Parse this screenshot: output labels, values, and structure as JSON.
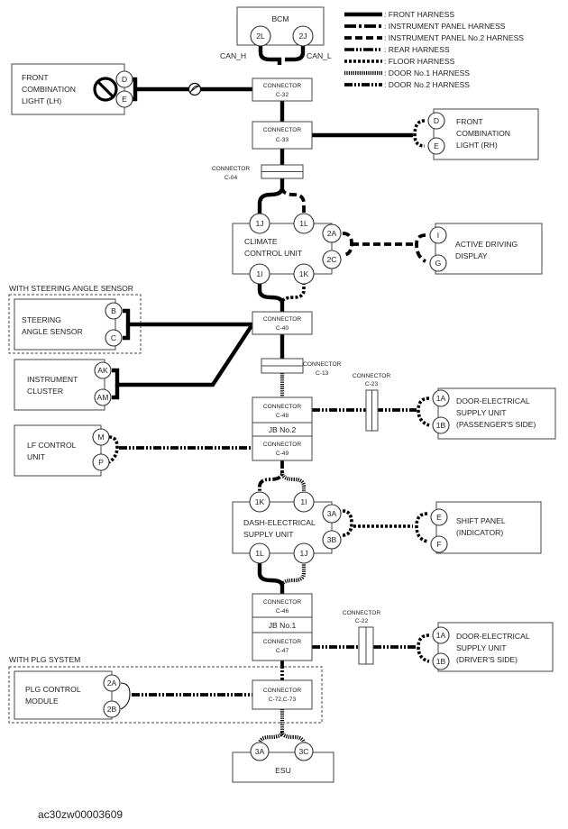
{
  "legend": [
    {
      "style": "front",
      "label": ": FRONT HARNESS"
    },
    {
      "style": "ip",
      "label": ": INSTRUMENT PANEL HARNESS"
    },
    {
      "style": "ip2",
      "label": ": INSTRUMENT PANEL No.2 HARNESS"
    },
    {
      "style": "rear",
      "label": ": REAR HARNESS"
    },
    {
      "style": "floor",
      "label": ": FLOOR HARNESS"
    },
    {
      "style": "door1",
      "label": ": DOOR No.1 HARNESS"
    },
    {
      "style": "door2",
      "label": ": DOOR No.2 HARNESS"
    }
  ],
  "bcm": {
    "label": "BCM",
    "pins": [
      "2L",
      "2J"
    ],
    "can_h": "CAN_H",
    "can_l": "CAN_L"
  },
  "flc_lh": {
    "lines": [
      "FRONT",
      "COMBINATION",
      "LIGHT (LH)"
    ],
    "pins": [
      "D",
      "E"
    ]
  },
  "flc_rh": {
    "lines": [
      "FRONT",
      "COMBINATION",
      "LIGHT (RH)"
    ],
    "pins": [
      "D",
      "E"
    ]
  },
  "c32": {
    "top": "CONNECTOR",
    "bottom": "C-32"
  },
  "c33": {
    "top": "CONNECTOR",
    "bottom": "C-33"
  },
  "c04": {
    "top": "CONNECTOR",
    "bottom": "C-04"
  },
  "ccu": {
    "lines": [
      "CLIMATE",
      "CONTROL UNIT"
    ],
    "pins_top": [
      "1J",
      "1L"
    ],
    "pins_bottom": [
      "1I",
      "1K"
    ],
    "pins_right": [
      "2A",
      "2C"
    ]
  },
  "add": {
    "lines": [
      "ACTIVE DRIVING",
      "DISPLAY"
    ],
    "pins": [
      "I",
      "G"
    ]
  },
  "steering_group": {
    "label": "WITH STEERING ANGLE SENSOR"
  },
  "sas": {
    "lines": [
      "STEERING",
      "ANGLE SENSOR"
    ],
    "pins": [
      "B",
      "C"
    ]
  },
  "cluster": {
    "lines": [
      "INSTRUMENT",
      "CLUSTER"
    ],
    "pins": [
      "AK",
      "AM"
    ]
  },
  "c40": {
    "top": "CONNECTOR",
    "bottom": "C-40"
  },
  "c13": {
    "top": "CONNECTOR",
    "bottom": "C-13"
  },
  "c23": {
    "top": "CONNECTOR",
    "bottom": "C-23"
  },
  "c48": {
    "top": "CONNECTOR",
    "bottom": "C-48"
  },
  "jb2": {
    "label": "JB No.2"
  },
  "c49": {
    "top": "CONNECTOR",
    "bottom": "C-49"
  },
  "desu_pass": {
    "lines": [
      "DOOR-ELECTRICAL",
      "SUPPLY UNIT",
      "(PASSENGER'S SIDE)"
    ],
    "pins": [
      "1A",
      "1B"
    ]
  },
  "lf": {
    "lines": [
      "LF CONTROL",
      "UNIT"
    ],
    "pins": [
      "M",
      "P"
    ]
  },
  "dash": {
    "lines": [
      "DASH-ELECTRICAL",
      "SUPPLY UNIT"
    ],
    "pins_top": [
      "1K",
      "1I"
    ],
    "pins_bottom": [
      "1L",
      "1J"
    ],
    "pins_right": [
      "3A",
      "3B"
    ]
  },
  "shift": {
    "lines": [
      "SHIFT PANEL",
      "(INDICATOR)"
    ],
    "pins": [
      "E",
      "F"
    ]
  },
  "c46": {
    "top": "CONNECTOR",
    "bottom": "C-46"
  },
  "jb1": {
    "label": "JB No.1"
  },
  "c47": {
    "top": "CONNECTOR",
    "bottom": "C-47"
  },
  "c22": {
    "top": "CONNECTOR",
    "bottom": "C-22"
  },
  "desu_drv": {
    "lines": [
      "DOOR-ELECTRICAL",
      "SUPPLY UNIT",
      "(DRIVER'S SIDE)"
    ],
    "pins": [
      "1A",
      "1B"
    ]
  },
  "plg_group": {
    "label": "WITH PLG SYSTEM"
  },
  "plg": {
    "lines": [
      "PLG CONTROL",
      "MODULE"
    ],
    "pins": [
      "2A",
      "2B"
    ]
  },
  "c72": {
    "top": "CONNECTOR",
    "bottom": "C-72,C-73"
  },
  "esu": {
    "label": "ESU",
    "pins": [
      "3A",
      "3C"
    ]
  },
  "figure_id": "ac30zw00003609",
  "icons": {
    "prohibited": "prohibited-icon",
    "split": "harness-split-icon"
  }
}
